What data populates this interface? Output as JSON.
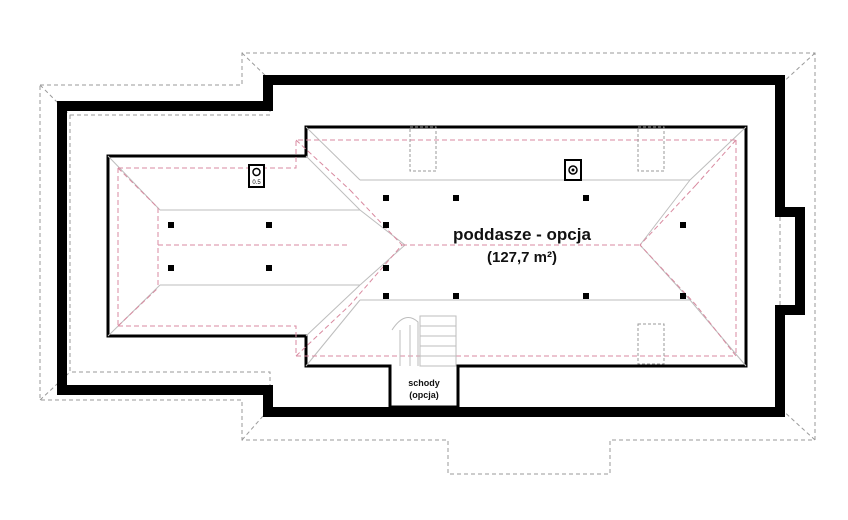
{
  "room": {
    "name": "poddasze - opcja",
    "area": "(127,7 m²)"
  },
  "stairs": {
    "line1": "schody",
    "line2": "(opcja)"
  },
  "small_labels": {
    "left_fixture": "0.5"
  },
  "colors": {
    "wall": "#000000",
    "roof_outline": "#9a9a9a",
    "ridge_lines": "#d98aa0",
    "background": "#ffffff"
  }
}
